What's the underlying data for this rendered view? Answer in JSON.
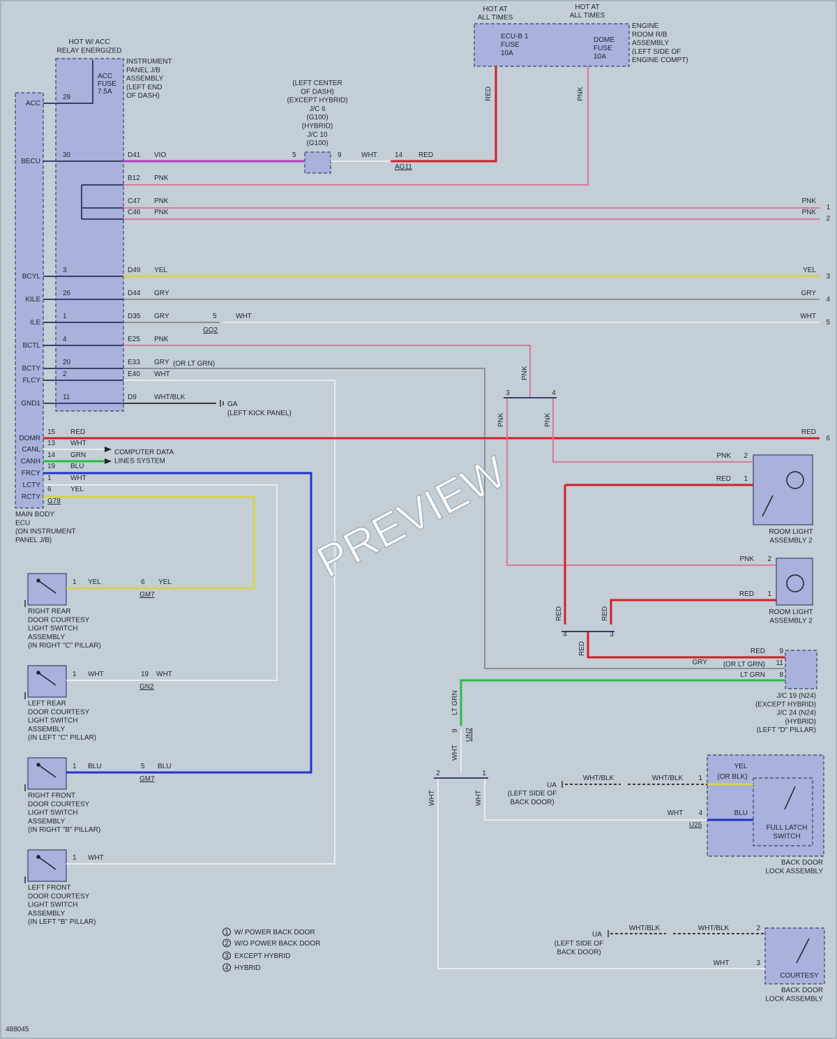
{
  "colors": {
    "red": "#d21f2a",
    "pink": "#d9789a",
    "violet": "#b43cc4",
    "yellow": "#d7d34a",
    "gray": "#8a9198",
    "white": "#e8ecef",
    "blue": "#1f33c9",
    "green": "#2eb84a",
    "wht_blk": "#3a3a3a",
    "box_fill": "#a8b2dc",
    "background": "#c3ced6"
  },
  "watermark": "PREVIEW",
  "doc_number": "488045",
  "notes": [
    "W/ POWER BACK DOOR",
    "W/O POWER BACK DOOR",
    "EXCEPT HYBRID",
    "HYBRID"
  ],
  "note_marks": [
    "1",
    "2",
    "3",
    "4"
  ],
  "top": {
    "hot_acc": [
      "HOT W/ ACC",
      "RELAY ENERGIZED"
    ],
    "hot_all_1": [
      "HOT AT",
      "ALL TIMES"
    ],
    "hot_all_2": [
      "HOT AT",
      "ALL TIMES"
    ],
    "ecub_fuse": [
      "ECU-B 1",
      "FUSE",
      "10A"
    ],
    "dome_fuse": [
      "DOME",
      "FUSE",
      "10A"
    ],
    "engine_rb": [
      "ENGINE",
      "ROOM R/B",
      "ASSEMBLY",
      "(LEFT SIDE OF",
      "ENGINE COMPT)"
    ],
    "acc_fuse": [
      "ACC",
      "FUSE",
      "7.5A"
    ],
    "ip_jb": [
      "INSTRUMENT",
      "PANEL J/B",
      "ASSEMBLY",
      "(LEFT END",
      "OF DASH)"
    ],
    "jc6": [
      "(LEFT CENTER",
      "OF DASH)",
      "(EXCEPT HYBRID)",
      "J/C 6",
      "(G100)",
      "(HYBRID)",
      "J/C 10",
      "(G100)"
    ]
  },
  "ecu": {
    "pins": [
      "ACC",
      "BECU",
      "BCYL",
      "KILE",
      "ILE",
      "BCTL",
      "BCTY",
      "FLCY",
      "GND1",
      "DOMR",
      "CANL",
      "CANH",
      "FRCY",
      "LCTY",
      "RCTY"
    ],
    "caption": [
      "MAIN BODY",
      "ECU",
      "(ON INSTRUMENT",
      "PANEL J/B)"
    ],
    "connector": "G78"
  },
  "jb_pins": [
    "29",
    "30",
    "3",
    "26",
    "1",
    "4",
    "20",
    "2",
    "11"
  ],
  "ecu_pins2": [
    "15",
    "13",
    "14",
    "19",
    "1",
    "6"
  ],
  "jb_connectors": [
    "D41",
    "B12",
    "C47",
    "C46",
    "D49",
    "D44",
    "D35",
    "E25",
    "E33",
    "E40",
    "D9"
  ],
  "wire_labels": {
    "vio": "VIO",
    "pnk": "PNK",
    "yel": "YEL",
    "gry": "GRY",
    "wht": "WHT",
    "red": "RED",
    "blu": "BLU",
    "grn": "GRN",
    "lt_grn": "LT GRN",
    "wht_blk": "WHT/BLK",
    "gry_or_ltgrn": "(OR LT GRN)",
    "yel_or_blk": "(OR BLK)"
  },
  "splice": {
    "pin5": "5",
    "pin9": "9",
    "pin14": "14",
    "ag11": "AG11",
    "gq2_pin": "5",
    "gq2": "GQ2"
  },
  "right_pins": [
    "1",
    "2",
    "3",
    "4",
    "5",
    "6"
  ],
  "ground": {
    "ga": "GA",
    "ga_loc": "(LEFT KICK PANEL)",
    "ua": "UA",
    "ua_loc": [
      "(LEFT SIDE OF",
      "BACK DOOR)"
    ]
  },
  "can_label": [
    "COMPUTER DATA",
    "LINES SYSTEM"
  ],
  "switches": [
    {
      "name": [
        "RIGHT REAR",
        "DOOR COURTESY",
        "LIGHT SWITCH",
        "ASSEMBLY",
        "(IN RIGHT \"C\" PILLAR)"
      ],
      "pin": "1",
      "wire": "YEL",
      "conn_pin": "6",
      "conn": "GM7"
    },
    {
      "name": [
        "LEFT REAR",
        "DOOR COURTESY",
        "LIGHT SWITCH",
        "ASSEMBLY",
        "(IN LEFT \"C\" PILLAR)"
      ],
      "pin": "1",
      "wire": "WHT",
      "conn_pin": "19",
      "conn": "GN2"
    },
    {
      "name": [
        "RIGHT FRONT",
        "DOOR COURTESY",
        "LIGHT SWITCH",
        "ASSEMBLY",
        "(IN RIGHT \"B\" PILLAR)"
      ],
      "pin": "1",
      "wire": "BLU",
      "conn_pin": "5",
      "conn": "GM7"
    },
    {
      "name": [
        "LEFT FRONT",
        "DOOR COURTESY",
        "LIGHT SWITCH",
        "ASSEMBLY",
        "(IN LEFT \"B\" PILLAR)"
      ],
      "pin": "1",
      "wire": "WHT"
    }
  ],
  "room_light": [
    "ROOM LIGHT",
    "ASSEMBLY 2"
  ],
  "jc19": [
    "J/C 19 (N24)",
    "(EXCEPT HYBRID)",
    "J/C 24 (N24)",
    "(HYBRID)",
    "(LEFT \"D\" PILLAR)"
  ],
  "jc19_pins": [
    "9",
    "11",
    "8"
  ],
  "un2": {
    "pin": "9",
    "conn": "UN2"
  },
  "back_door": {
    "caption": [
      "BACK DOOR",
      "LOCK ASSEMBLY"
    ],
    "full_latch": [
      "FULL LATCH",
      "SWITCH"
    ],
    "courtesy": "COURTESY",
    "pins": [
      "1",
      "4",
      "2",
      "3"
    ],
    "u26": "U26"
  }
}
